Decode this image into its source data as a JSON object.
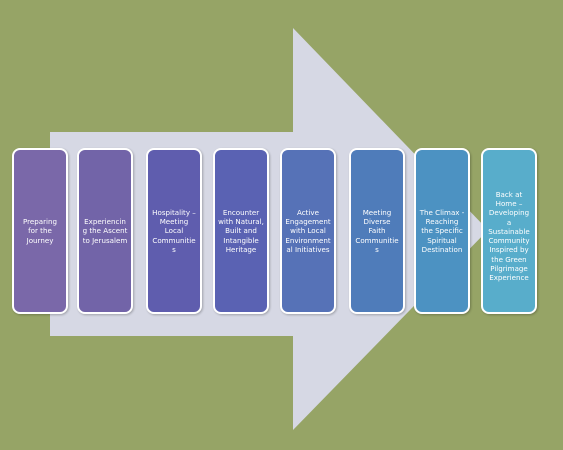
{
  "steps": [
    {
      "label": "Preparing for the Journey",
      "color": "#7a68a9"
    },
    {
      "label": "Experiencing the Ascent to Jerusalem",
      "color": "#7264a8"
    },
    {
      "label": "Hospitality – Meeting Local Communities",
      "color": "#5f5dae"
    },
    {
      "label": "Encounter with Natural, Built and Intangible Heritage",
      "color": "#5a62b3"
    },
    {
      "label": "Active Engagement with Local Environmental Initiatives",
      "color": "#5672b7"
    },
    {
      "label": "Meeting Diverse Faith Communities",
      "color": "#4f7cba"
    },
    {
      "label": "The Climax - Reaching the Specific Spiritual Destination",
      "color": "#4c92c2"
    },
    {
      "label": "Back at Home – Developing a Sustainable Community Inspired by the Green Pilgrimage Experience",
      "color": "#58adcb"
    }
  ],
  "colors": {
    "background": "#96a466",
    "arrow": "#d6d8e4"
  }
}
